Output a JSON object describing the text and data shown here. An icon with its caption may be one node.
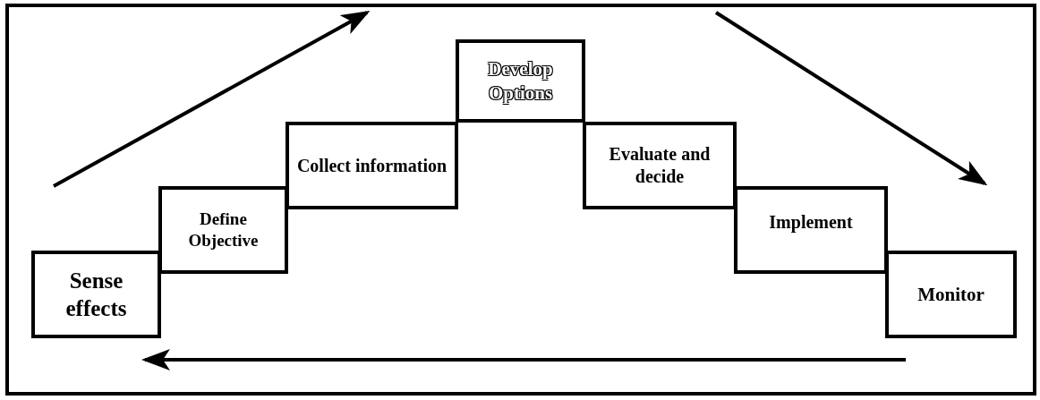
{
  "diagram": {
    "nodes": [
      {
        "text": [
          "Sense effects"
        ]
      },
      {
        "text": [
          "Define Objective"
        ]
      },
      {
        "text": [
          "Collect information"
        ]
      },
      {
        "text": [
          "Develop Options"
        ]
      },
      {
        "text": [
          "Evaluate and decide"
        ]
      },
      {
        "text": [
          "Implement"
        ]
      },
      {
        "text": [
          "Monitor"
        ]
      }
    ]
  }
}
